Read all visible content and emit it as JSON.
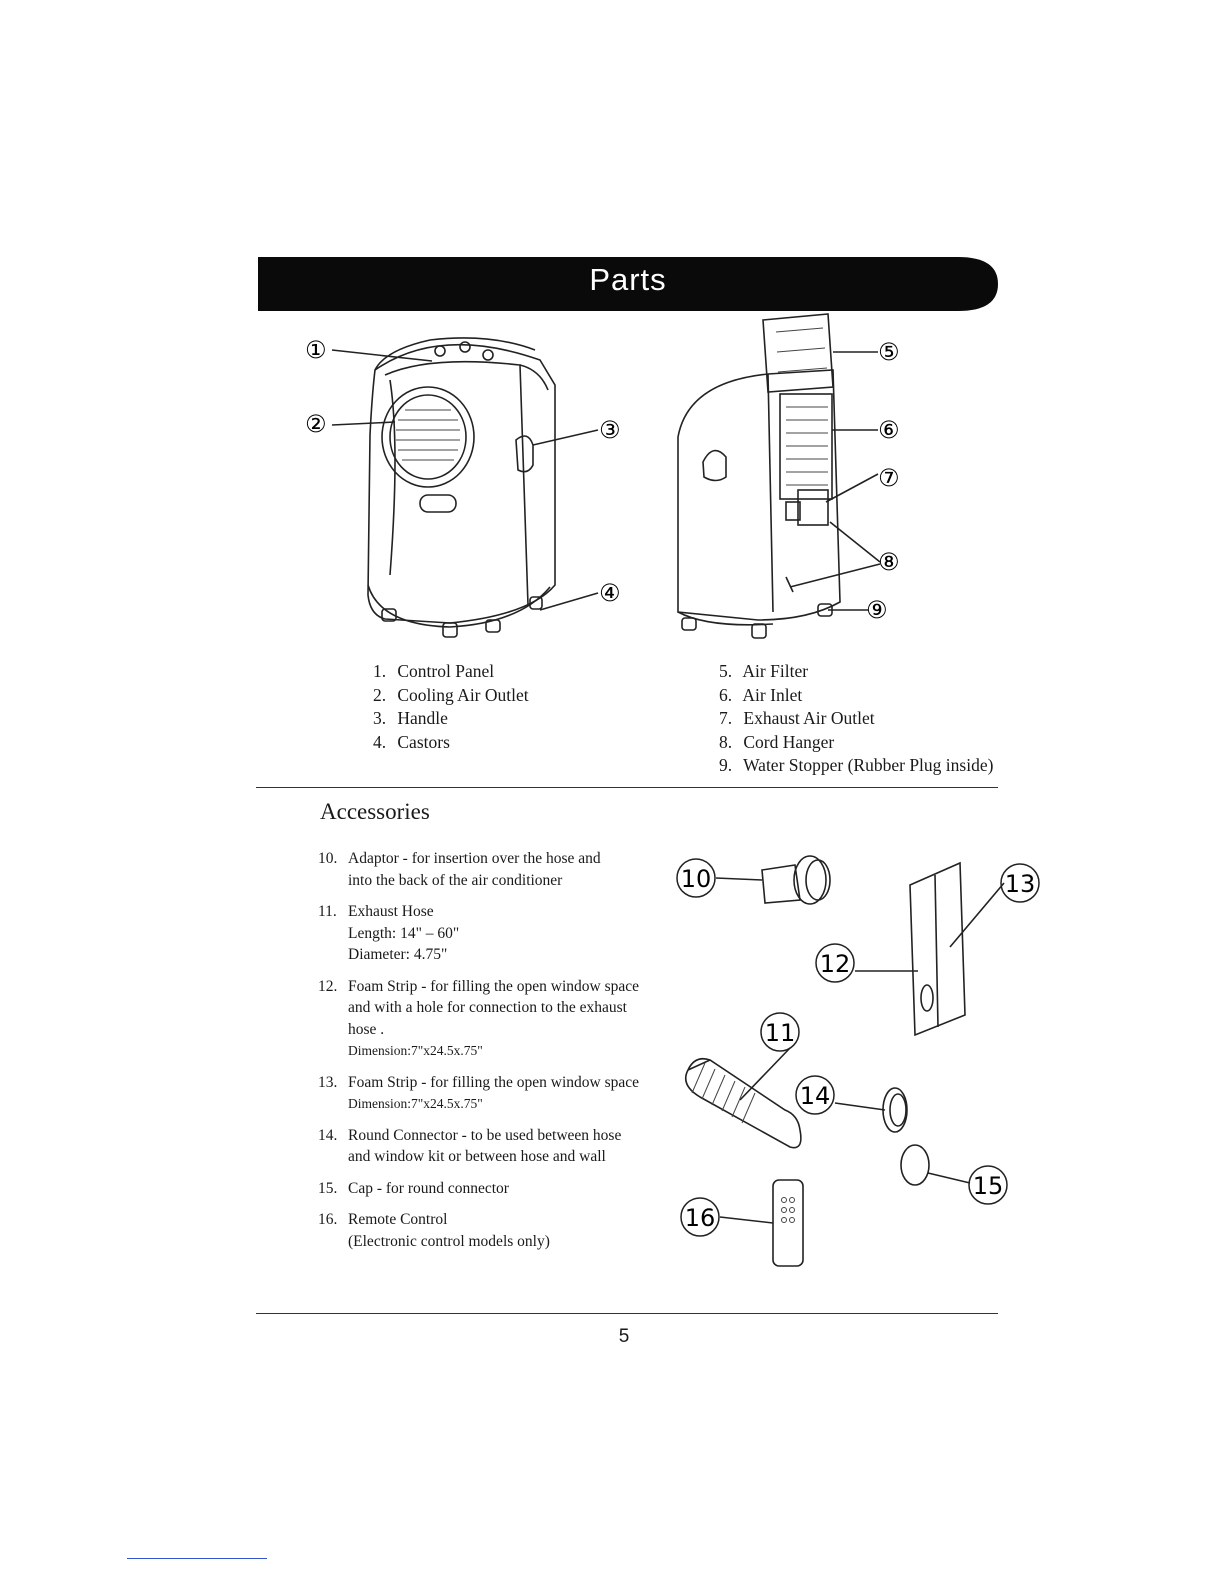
{
  "header": {
    "title": "Parts"
  },
  "parts": {
    "left": [
      {
        "num": "1.",
        "label": "Control Panel"
      },
      {
        "num": "2.",
        "label": "Cooling Air Outlet"
      },
      {
        "num": "3.",
        "label": "Handle"
      },
      {
        "num": "4.",
        "label": "Castors"
      }
    ],
    "right": [
      {
        "num": "5.",
        "label": "Air Filter"
      },
      {
        "num": "6.",
        "label": "Air Inlet"
      },
      {
        "num": "7.",
        "label": "Exhaust Air Outlet"
      },
      {
        "num": "8.",
        "label": "Cord Hanger"
      },
      {
        "num": "9.",
        "label": "Water Stopper (Rubber Plug inside)"
      }
    ],
    "front_callouts": [
      "①",
      "②",
      "③",
      "④"
    ],
    "back_callouts": [
      "⑤",
      "⑥",
      "⑦",
      "⑧",
      "⑨"
    ]
  },
  "accessories": {
    "title": "Accessories",
    "items": [
      {
        "num": "10.",
        "lines": [
          "Adaptor - for insertion over the hose    and",
          "into the back of the air conditioner"
        ]
      },
      {
        "num": "11.",
        "lines": [
          "Exhaust Hose",
          "Length: 14\" – 60\"",
          "Diameter:  4.75\""
        ]
      },
      {
        "num": "12.",
        "lines": [
          "Foam Strip - for filling the open window space",
          "and with a hole for connection to the exhaust",
          "hose ."
        ],
        "dimension": "Dimension:7\"x24.5x.75\""
      },
      {
        "num": "13.",
        "lines": [
          "Foam Strip - for filling the open window space"
        ],
        "dimension": "Dimension:7\"x24.5x.75\""
      },
      {
        "num": "14.",
        "lines": [
          "Round Connector - to be used between hose",
          "and window kit or between hose and wall"
        ]
      },
      {
        "num": "15.",
        "lines": [
          "Cap - for round connector"
        ]
      },
      {
        "num": "16.",
        "lines": [
          "Remote Control",
          "(Electronic control models only)"
        ]
      }
    ],
    "callouts": [
      "10",
      "11",
      "12",
      "13",
      "14",
      "15",
      "16"
    ]
  },
  "footer": {
    "page_number": "5"
  }
}
